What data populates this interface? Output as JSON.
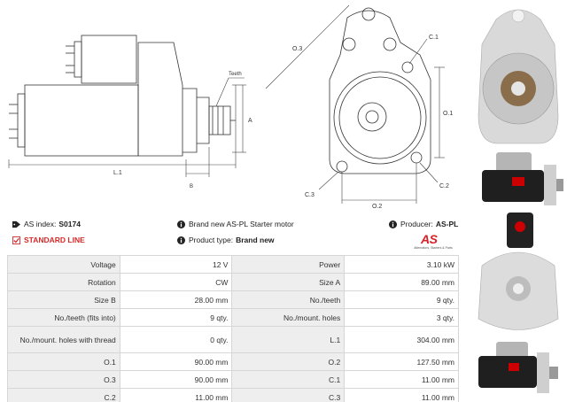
{
  "diagram": {
    "labels": {
      "teeth": "Teeth",
      "a": "A",
      "b": "B",
      "l1": "L.1",
      "o1": "O.1",
      "o2": "O.2",
      "o3": "O.3",
      "c1": "C.1",
      "c2": "C.2",
      "c3": "C.3"
    }
  },
  "info": {
    "as_index_label": "AS index:",
    "as_index_value": "S0174",
    "brand_text": "Brand new AS-PL Starter motor",
    "producer_label": "Producer:",
    "producer_value": "AS-PL",
    "standard_line": "STANDARD LINE",
    "product_type_label": "Product type:",
    "product_type_value": "Brand new"
  },
  "logo": {
    "mark": "AS",
    "tagline": "Alternators, Starters & Parts"
  },
  "specs": [
    [
      {
        "label": "Voltage",
        "value": "12 V"
      },
      {
        "label": "Power",
        "value": "3.10 kW"
      }
    ],
    [
      {
        "label": "Rotation",
        "value": "CW"
      },
      {
        "label": "Size A",
        "value": "89.00 mm"
      }
    ],
    [
      {
        "label": "Size B",
        "value": "28.00 mm"
      },
      {
        "label": "No./teeth",
        "value": "9 qty."
      }
    ],
    [
      {
        "label": "No./teeth (fits into)",
        "value": "9 qty."
      },
      {
        "label": "No./mount. holes",
        "value": "3 qty."
      }
    ],
    [
      {
        "label": "No./mount. holes with thread",
        "value": "0 qty."
      },
      {
        "label": "L.1",
        "value": "304.00 mm"
      }
    ],
    [
      {
        "label": "O.1",
        "value": "90.00 mm"
      },
      {
        "label": "O.2",
        "value": "127.50 mm"
      }
    ],
    [
      {
        "label": "O.3",
        "value": "90.00 mm"
      },
      {
        "label": "C.1",
        "value": "11.00 mm"
      }
    ],
    [
      {
        "label": "C.2",
        "value": "11.00 mm"
      },
      {
        "label": "C.3",
        "value": "11.00 mm"
      }
    ]
  ]
}
